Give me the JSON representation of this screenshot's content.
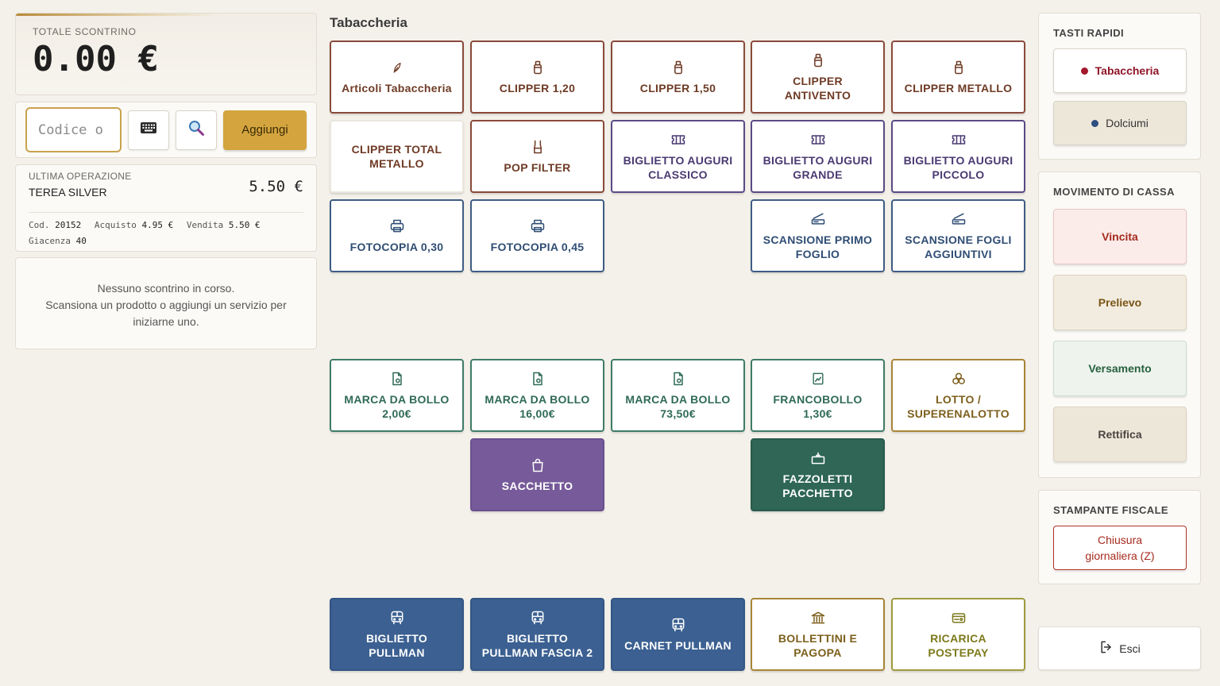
{
  "receipt": {
    "total_label": "TOTALE SCONTRINO",
    "total_value": "0.00 €"
  },
  "entry": {
    "code_placeholder": "Codice o",
    "add_label": "Aggiungi"
  },
  "last_op": {
    "label": "ULTIMA OPERAZIONE",
    "name": "TEREA SILVER",
    "price": "5.50 €",
    "cod_label": "Cod.",
    "cod_value": "20152",
    "purchase_label": "Acquisto",
    "purchase_value": "4.95 €",
    "sale_label": "Vendita",
    "sale_value": "5.50 €",
    "stock_label": "Giacenza",
    "stock_value": "40"
  },
  "empty_receipt": {
    "line1": "Nessuno scontrino in corso.",
    "line2": "Scansiona un prodotto o aggiungi un servizio per",
    "line3": "iniziarne uno."
  },
  "category_title": "Tabaccheria",
  "tiles": [
    {
      "label": "Articoli Tabaccheria",
      "icon": "leaf-icon"
    },
    {
      "label": "CLIPPER 1,20",
      "icon": "lighter-icon"
    },
    {
      "label": "CLIPPER 1,50",
      "icon": "lighter-icon"
    },
    {
      "label": "CLIPPER ANTIVENTO",
      "icon": "lighter-icon"
    },
    {
      "label": "CLIPPER METALLO",
      "icon": "lighter-icon"
    },
    {
      "label": "CLIPPER TOTAL METALLO",
      "icon": ""
    },
    {
      "label": "POP FILTER",
      "icon": "filter-icon"
    },
    {
      "label": "BIGLIETTO AUGURI CLASSICO",
      "icon": "ticket-icon"
    },
    {
      "label": "BIGLIETTO AUGURI GRANDE",
      "icon": "ticket-icon"
    },
    {
      "label": "BIGLIETTO AUGURI PICCOLO",
      "icon": "ticket-icon"
    },
    {
      "label": "FOTOCOPIA 0,30",
      "icon": "printer-icon"
    },
    {
      "label": "FOTOCOPIA 0,45",
      "icon": "printer-icon"
    },
    {
      "label": "SCANSIONE PRIMO FOGLIO",
      "icon": "scanner-icon"
    },
    {
      "label": "SCANSIONE FOGLI AGGIUNTIVI",
      "icon": "scanner-icon"
    },
    {
      "label": "MARCA DA BOLLO 2,00€",
      "icon": "stamp-document-icon"
    },
    {
      "label": "MARCA DA BOLLO 16,00€",
      "icon": "stamp-document-icon"
    },
    {
      "label": "MARCA DA BOLLO 73,50€",
      "icon": "stamp-document-icon"
    },
    {
      "label": "FRANCOBOLLO 1,30€",
      "icon": "postage-stamp-icon"
    },
    {
      "label": "LOTTO / SUPERENALOTTO",
      "icon": "lottery-balls-icon"
    },
    {
      "label": "SACCHETTO",
      "icon": "bag-icon"
    },
    {
      "label": "FAZZOLETTI PACCHETTO",
      "icon": "tissue-box-icon"
    },
    {
      "label": "BIGLIETTO PULLMAN",
      "icon": "bus-icon"
    },
    {
      "label": "BIGLIETTO PULLMAN FASCIA 2",
      "icon": "bus-icon"
    },
    {
      "label": "CARNET PULLMAN",
      "icon": "bus-icon"
    },
    {
      "label": "BOLLETTINI E PAGOPA",
      "icon": "bank-icon"
    },
    {
      "label": "RICARICA POSTEPAY",
      "icon": "card-icon"
    }
  ],
  "quick_keys": {
    "title": "TASTI RAPIDI",
    "items": [
      {
        "label": "Tabaccheria",
        "dot_color": "#a3182c"
      },
      {
        "label": "Dolciumi",
        "dot_color": "#2e4d80"
      }
    ]
  },
  "cash_moves": {
    "title": "MOVIMENTO DI CASSA",
    "items": [
      {
        "label": "Vincita"
      },
      {
        "label": "Prelievo"
      },
      {
        "label": "Versamento"
      },
      {
        "label": "Rettifica"
      }
    ]
  },
  "fiscal_printer": {
    "title": "STAMPANTE FISCALE",
    "closing_label": "Chiusura giornaliera (Z)"
  },
  "exit_label": "Esci"
}
